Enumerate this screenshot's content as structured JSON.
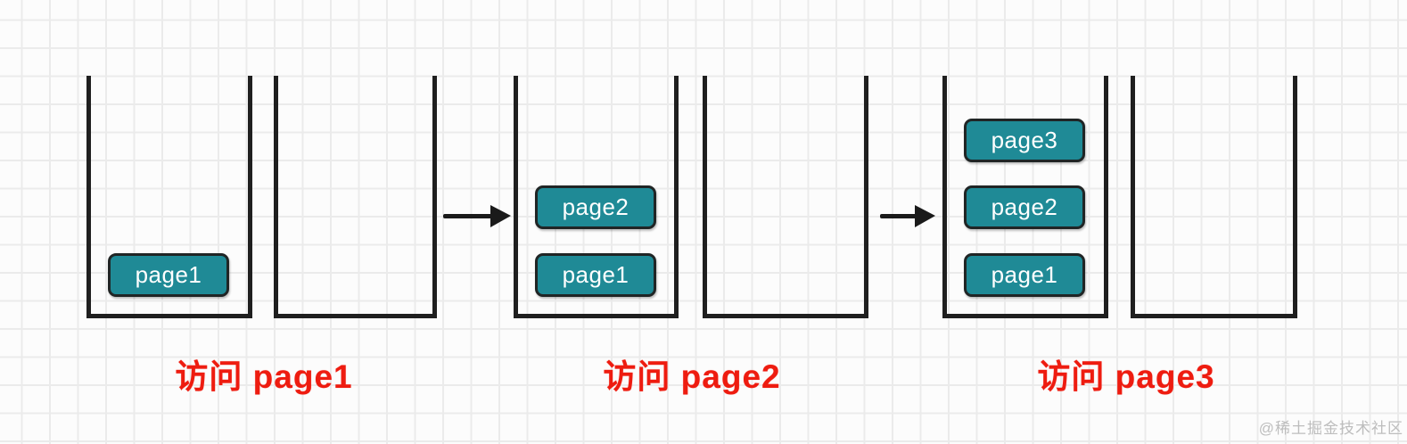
{
  "diagram": {
    "title_semantic": "stack page-access sequence",
    "stages": [
      {
        "label": "访问 page1",
        "main_stack_blocks": [
          "page1"
        ],
        "aux_stack_blocks": []
      },
      {
        "label": "访问 page2",
        "main_stack_blocks": [
          "page2",
          "page1"
        ],
        "aux_stack_blocks": []
      },
      {
        "label": "访问 page3",
        "main_stack_blocks": [
          "page3",
          "page2",
          "page1"
        ],
        "aux_stack_blocks": []
      }
    ],
    "arrows": [
      {
        "name": "arrow-stage1-to-stage2",
        "direction": "right"
      },
      {
        "name": "arrow-stage2-to-stage3",
        "direction": "right"
      }
    ]
  },
  "watermark": "@稀土掘金技术社区",
  "colors": {
    "background": "#fcfcfc",
    "grid_line": "#ebebeb",
    "page_block_fill": "#1f8a96",
    "page_block_border": "#202525",
    "page_block_text": "#ffffff",
    "stack_stroke": "#1f1f1f",
    "arrow": "#1a1a1a",
    "stage_label": "#ee1c10",
    "watermark": "#bdbdbd"
  }
}
